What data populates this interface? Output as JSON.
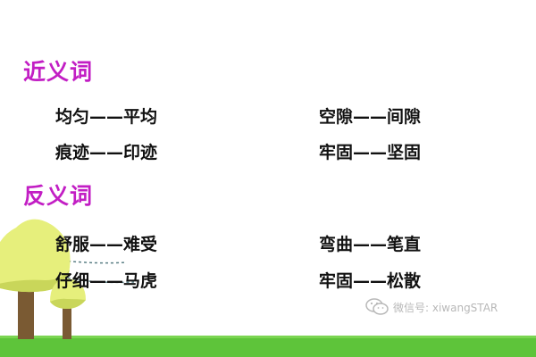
{
  "sections": [
    {
      "title": "近义词",
      "pairs": [
        "均匀——平均",
        "空隙——间隙",
        "痕迹——印迹",
        "牢固——坚固"
      ]
    },
    {
      "title": "反义词",
      "pairs": [
        "舒服——难受",
        "弯曲——笔直",
        "仔细——马虎",
        "牢固——松散"
      ]
    }
  ],
  "watermark": {
    "text": "微信号: xiwangSTAR",
    "icon": "wechat-icon"
  },
  "colors": {
    "heading": "#c21ec4",
    "text": "#111111",
    "grass": "#5ec43a",
    "tree_canopy": "#e6ef7c",
    "tree_trunk": "#7a5a33",
    "watermark": "#b8b8b8"
  }
}
